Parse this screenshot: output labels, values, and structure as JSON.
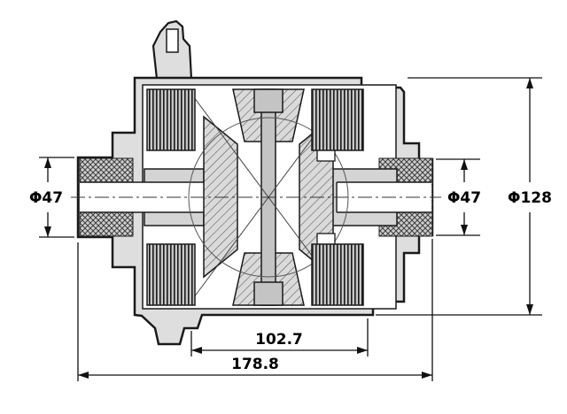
{
  "diagram": {
    "labels": {
      "left_diameter": "Φ47",
      "right_diameter": "Φ47",
      "outer_diameter": "Φ128",
      "inner_width": "102.7",
      "overall_width": "178.8"
    },
    "colors": {
      "line": "#1a1a1a",
      "background": "#ffffff",
      "fill_light": "#e0e0e0",
      "fill_mid": "#c8c8c8"
    }
  }
}
